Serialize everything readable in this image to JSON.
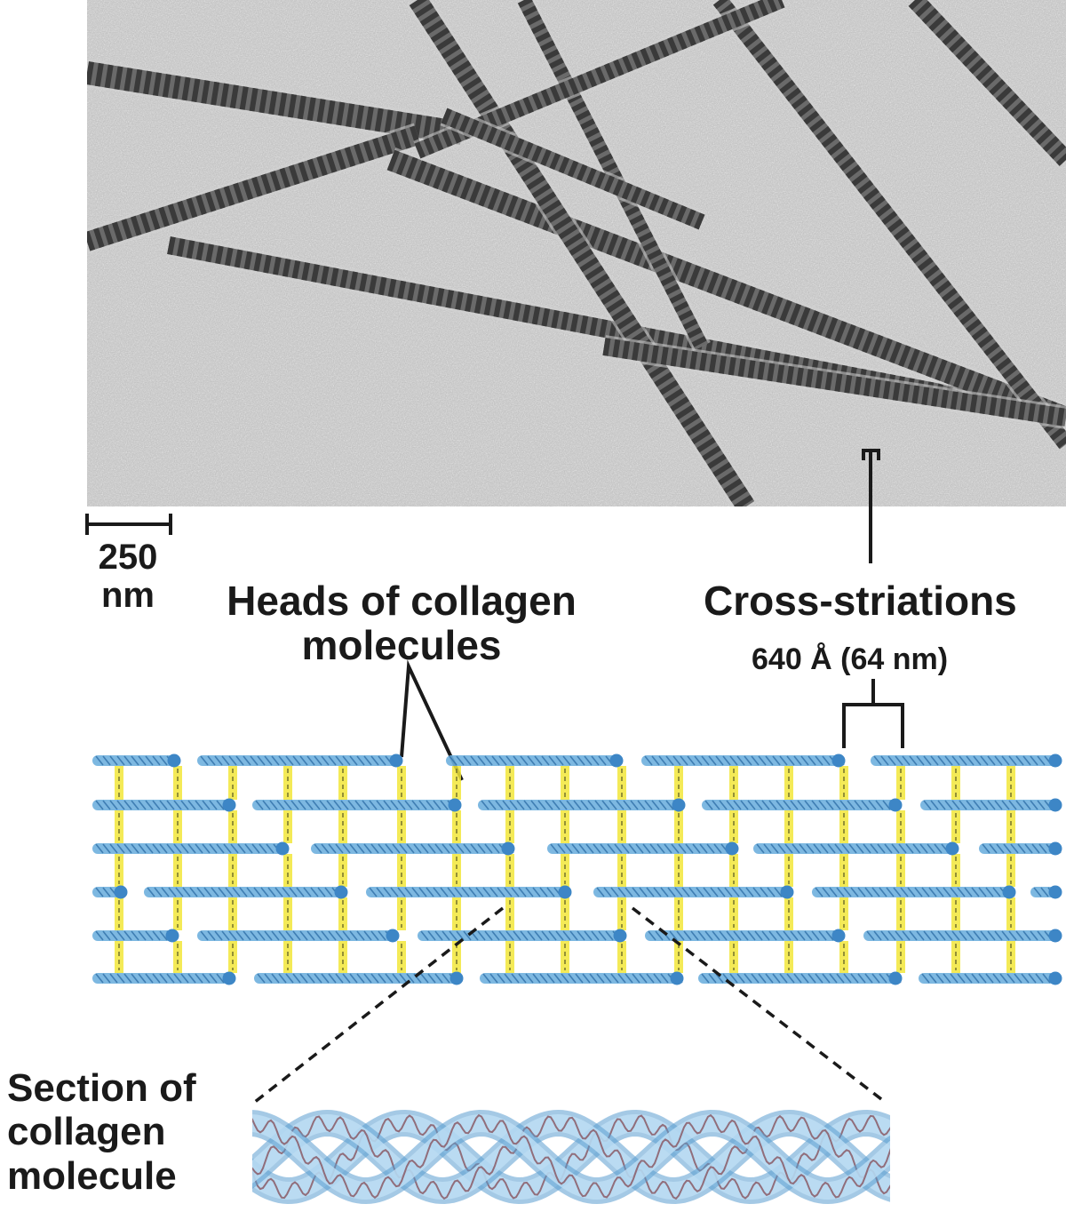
{
  "micrograph": {
    "scale_bar": {
      "value_line": "250",
      "unit_line": "nm"
    }
  },
  "labels": {
    "heads": {
      "line1": "Heads of collagen",
      "line2": "molecules"
    },
    "cross_striations": {
      "title": "Cross-striations",
      "period": "640 Å (64 nm)"
    },
    "section": {
      "line1": "Section of",
      "line2": "collagen",
      "line3": "molecule"
    }
  },
  "colors": {
    "molecule_blue": "#6fb0de",
    "molecule_dark": "#3d86c6",
    "gap_yellow": "#f2e63a",
    "helix_strand": "#8a5a66",
    "micrograph_bg": "#b9b9b9",
    "fibril_dark": "#3a3a3a"
  }
}
